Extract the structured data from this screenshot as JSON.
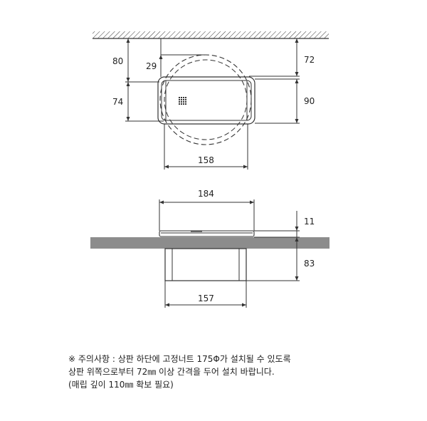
{
  "top_view": {
    "dim_80": "80",
    "dim_74": "74",
    "dim_29": "29",
    "dim_72": "72",
    "dim_90": "90",
    "dim_158": "158"
  },
  "side_view": {
    "dim_184": "184",
    "dim_11": "11",
    "dim_83": "83",
    "dim_157": "157"
  },
  "notes": {
    "line1": "※ 주의사항 : 상판 하단에 고정너트 175Φ가 설치될 수 있도록",
    "line2": "상판 위쪽으로부터 72㎜ 이상 간격을 두어 설치 바랍니다.",
    "line3": "(매립 깊이 110㎜ 확보 필요)"
  },
  "colors": {
    "line": "#333333",
    "countertop": "#8c8c8c",
    "text": "#222222"
  }
}
